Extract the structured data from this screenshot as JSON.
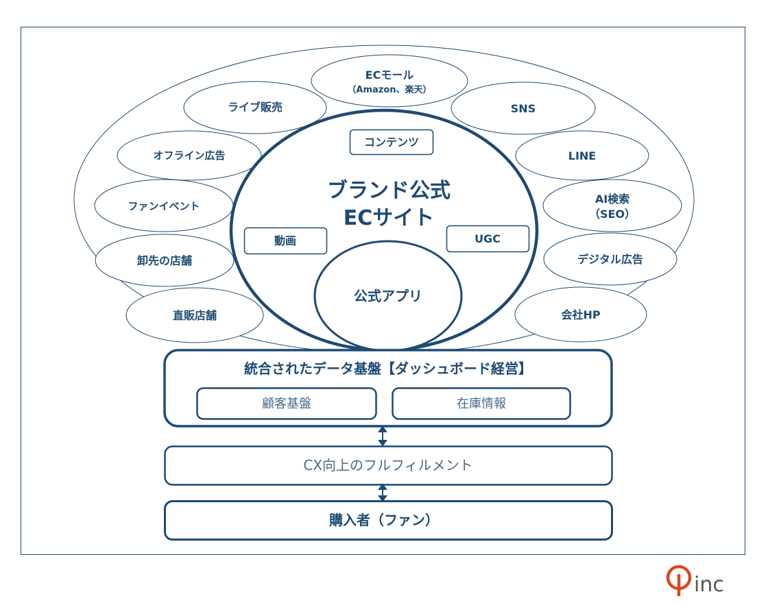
{
  "colors": {
    "navy": "#1d4a72",
    "logo_red": "#d9481f",
    "logo_gray": "#555555"
  },
  "outer_channels": {
    "ec_mall": "ECモール",
    "ec_mall_sub": "（Amazon、楽天）",
    "live": "ライブ販売",
    "sns": "SNS",
    "offline_ad": "オフライン広告",
    "line": "LINE",
    "fan_event": "ファンイベント",
    "ai_search": "AI検索",
    "ai_search_sub": "（SEO）",
    "wholesale": "卸先の店舗",
    "digital_ad": "デジタル広告",
    "direct_store": "直販店舗",
    "company_hp": "会社HP"
  },
  "brand": {
    "title_line1": "ブランド公式",
    "title_line2": "ECサイト",
    "contents": "コンテンツ",
    "video": "動画",
    "ugc": "UGC",
    "app": "公式アプリ"
  },
  "data_platform": {
    "title": "統合されたデータ基盤【ダッシュボード経営】",
    "customer": "顧客基盤",
    "inventory": "在庫情報"
  },
  "fulfillment": "CX向上のフルフィルメント",
  "buyer": "購入者（ファン）",
  "logo": {
    "text": "inc"
  }
}
